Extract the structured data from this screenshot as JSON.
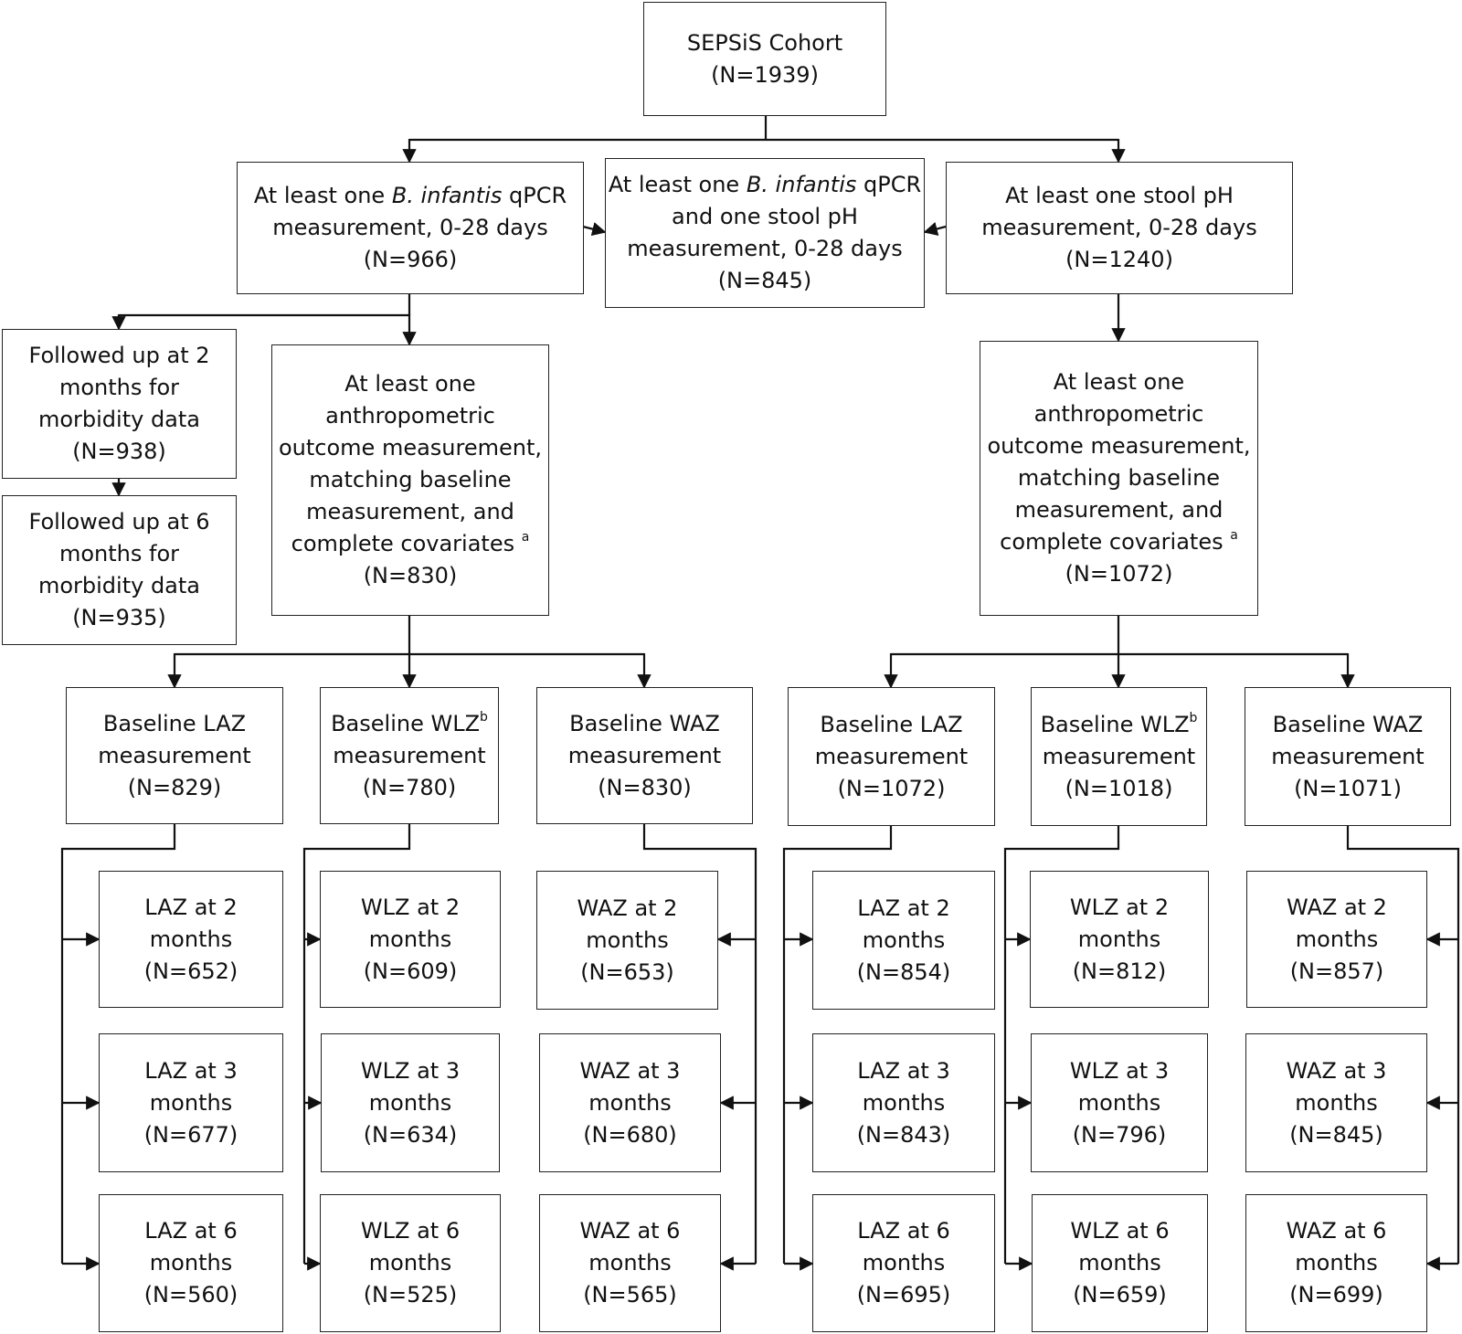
{
  "boxes": {
    "cohort": [
      "SEPSiS Cohort",
      "(N=1939)"
    ],
    "qpcr": {
      "pre": "At least one ",
      "ital": "B. infantis",
      "post": " qPCR",
      "l2": "measurement, 0-28 days",
      "l3": "(N=966)"
    },
    "both": {
      "pre": "At least one ",
      "ital": "B. infantis",
      "post": " qPCR",
      "l2": "and one stool pH",
      "l3": "measurement, 0-28 days",
      "l4": "(N=845)"
    },
    "ph": [
      "At least one stool pH",
      "measurement, 0-28 days",
      "(N=1240)"
    ],
    "fu2": [
      "Followed up at 2",
      "months for",
      "morbidity data",
      "(N=938)"
    ],
    "fu6": [
      "Followed up at 6",
      "months for",
      "morbidity data",
      "(N=935)"
    ],
    "anthroL": {
      "lines": [
        "At least one",
        "anthropometric",
        "outcome measurement,",
        "matching baseline",
        "measurement, and"
      ],
      "last": "complete covariates",
      "sup": "a",
      "n": "(N=830)"
    },
    "anthroR": {
      "lines": [
        "At least one",
        "anthropometric",
        "outcome measurement,",
        "matching baseline",
        "measurement, and"
      ],
      "last": "complete covariates",
      "sup": "a",
      "n": "(N=1072)"
    },
    "baseL": [
      {
        "label": "Baseline LAZ",
        "sup": "",
        "l2": "measurement",
        "n": "(N=829)"
      },
      {
        "label": "Baseline WLZ",
        "sup": "b",
        "l2": "measurement",
        "n": "(N=780)"
      },
      {
        "label": "Baseline WAZ",
        "sup": "",
        "l2": "measurement",
        "n": "(N=830)"
      }
    ],
    "baseR": [
      {
        "label": "Baseline LAZ",
        "sup": "",
        "l2": "measurement",
        "n": "(N=1072)"
      },
      {
        "label": "Baseline WLZ",
        "sup": "b",
        "l2": "measurement",
        "n": "(N=1018)"
      },
      {
        "label": "Baseline WAZ",
        "sup": "",
        "l2": "measurement",
        "n": "(N=1071)"
      }
    ],
    "outL": [
      [
        [
          "LAZ at 2",
          "months",
          "(N=652)"
        ],
        [
          "LAZ at 3",
          "months",
          "(N=677)"
        ],
        [
          "LAZ at 6",
          "months",
          "(N=560)"
        ]
      ],
      [
        [
          "WLZ at 2",
          "months",
          "(N=609)"
        ],
        [
          "WLZ at 3",
          "months",
          "(N=634)"
        ],
        [
          "WLZ at 6",
          "months",
          "(N=525)"
        ]
      ],
      [
        [
          "WAZ at 2",
          "months",
          "(N=653)"
        ],
        [
          "WAZ at 3",
          "months",
          "(N=680)"
        ],
        [
          "WAZ at 6",
          "months",
          "(N=565)"
        ]
      ]
    ],
    "outR": [
      [
        [
          "LAZ at 2",
          "months",
          "(N=854)"
        ],
        [
          "LAZ at 3",
          "months",
          "(N=843)"
        ],
        [
          "LAZ at 6",
          "months",
          "(N=695)"
        ]
      ],
      [
        [
          "WLZ at 2",
          "months",
          "(N=812)"
        ],
        [
          "WLZ at 3",
          "months",
          "(N=796)"
        ],
        [
          "WLZ at 6",
          "months",
          "(N=659)"
        ]
      ],
      [
        [
          "WAZ at 2",
          "months",
          "(N=857)"
        ],
        [
          "WAZ at 3",
          "months",
          "(N=845)"
        ],
        [
          "WAZ at 6",
          "months",
          "(N=699)"
        ]
      ]
    ]
  }
}
